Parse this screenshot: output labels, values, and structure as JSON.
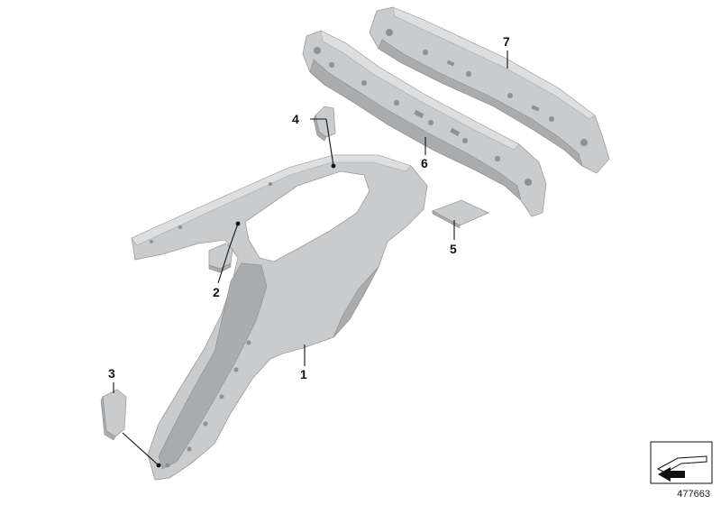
{
  "parts": [
    {
      "label": "1"
    },
    {
      "label": "2"
    },
    {
      "label": "3"
    },
    {
      "label": "4"
    },
    {
      "label": "5"
    },
    {
      "label": "6"
    },
    {
      "label": "7"
    }
  ],
  "reference_number": "477663",
  "colors": {
    "part_fill": "#c9cbcd",
    "part_shadow": "#a9abad",
    "ink": "#111111"
  },
  "icons": {
    "corner": "car-outline-arrow-icon"
  }
}
